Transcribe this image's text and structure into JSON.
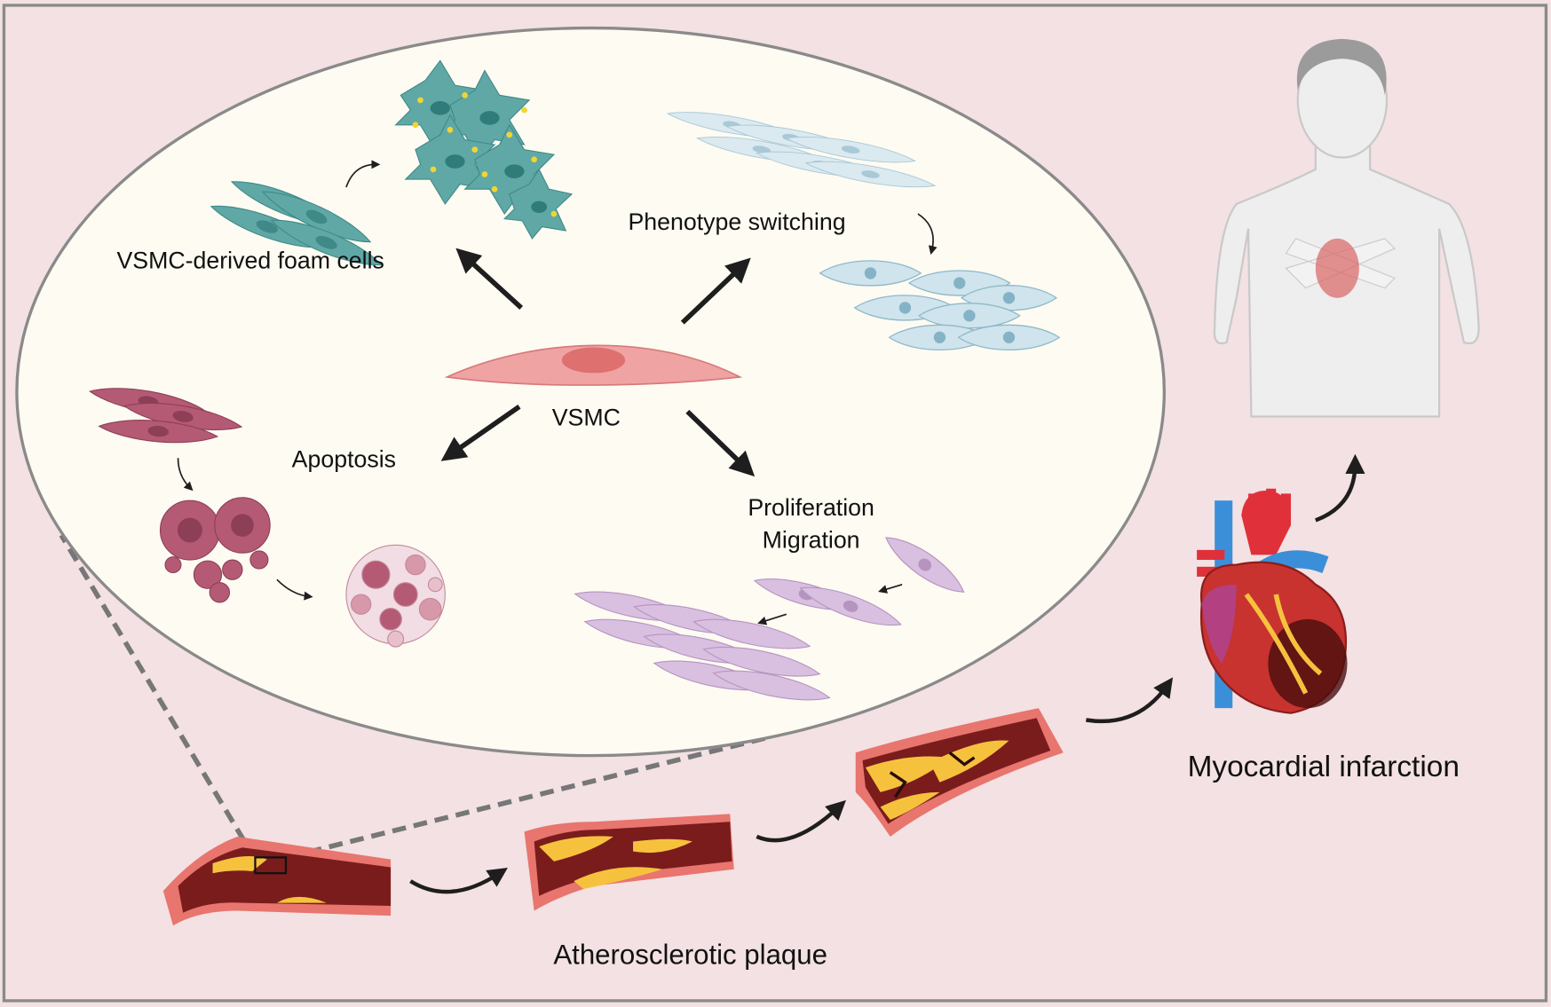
{
  "labels": {
    "foam_cells": "VSMC-derived foam cells",
    "phenotype_switching": "Phenotype switching",
    "vsmc": "VSMC",
    "apoptosis": "Apoptosis",
    "proliferation": "Proliferation",
    "migration": "Migration",
    "myocardial_infarction": "Myocardial infarction",
    "atherosclerotic_plaque": "Atherosclerotic plaque"
  },
  "colors": {
    "background": "#f3e1e3",
    "ellipse_fill": "#fdfbf2",
    "border": "#8a8a8a",
    "vsmc_cell": "#f0a3a3",
    "foam_cell": "#5fa8a6",
    "switched_cell": "#cfe4ec",
    "apoptotic_cell": "#b55a75",
    "migrating_cell": "#d9bfe0",
    "vessel_wall": "#7a1c1c",
    "plaque": "#f6c23e"
  }
}
